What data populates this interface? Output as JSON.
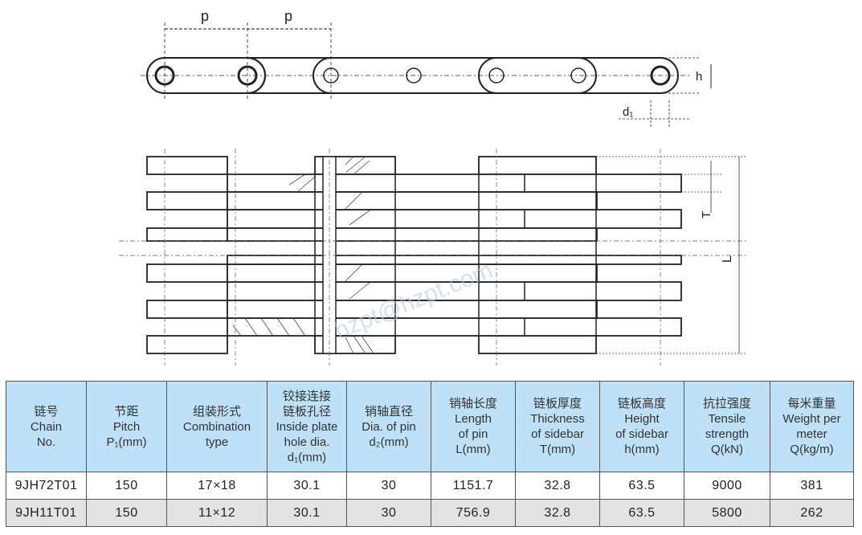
{
  "drawing": {
    "top_view": {
      "pitch_label_1": "p",
      "pitch_label_2": "p",
      "height_label": "h",
      "hole_dia_label": "d₁"
    },
    "plan_view": {
      "thickness_label": "T",
      "length_label": "L",
      "watermark": "hzpt@hzpt.com"
    }
  },
  "table": {
    "columns": [
      {
        "zh": "链号",
        "en1": "Chain",
        "en2": "No.",
        "en3": ""
      },
      {
        "zh": "节距",
        "en1": "Pitch",
        "en2": "P₁(mm)",
        "en3": ""
      },
      {
        "zh": "组装形式",
        "en1": "Combination",
        "en2": "type",
        "en3": ""
      },
      {
        "zh": "铰接连接",
        "zh2": "链板孔径",
        "en1": "Inside plate",
        "en2": "hole dia.",
        "en3": "d₁(mm)"
      },
      {
        "zh": "销轴直径",
        "en1": "Dia. of pin",
        "en2": "d₂(mm)",
        "en3": ""
      },
      {
        "zh": "销轴长度",
        "en1": "Length",
        "en2": "of pin",
        "en3": "L(mm)"
      },
      {
        "zh": "链板厚度",
        "en1": "Thickness",
        "en2": "of sidebar",
        "en3": "T(mm)"
      },
      {
        "zh": "链板高度",
        "en1": "Height",
        "en2": "of sidebar",
        "en3": "h(mm)"
      },
      {
        "zh": "抗拉强度",
        "en1": "Tensile",
        "en2": "strength",
        "en3": "Q(kN)"
      },
      {
        "zh": "每米重量",
        "en1": "Weight per",
        "en2": "meter",
        "en3": "Q(kg/m)"
      }
    ],
    "rows": [
      [
        "9JH72T01",
        "150",
        "17×18",
        "30.1",
        "30",
        "1151.7",
        "32.8",
        "63.5",
        "9000",
        "381"
      ],
      [
        "9JH11T01",
        "150",
        "11×12",
        "30.1",
        "30",
        "756.9",
        "32.8",
        "63.5",
        "5800",
        "262"
      ]
    ]
  },
  "colors": {
    "header_bg": "#bfe1f7",
    "alt_row_bg": "#e3e3e3",
    "border": "#555555"
  }
}
